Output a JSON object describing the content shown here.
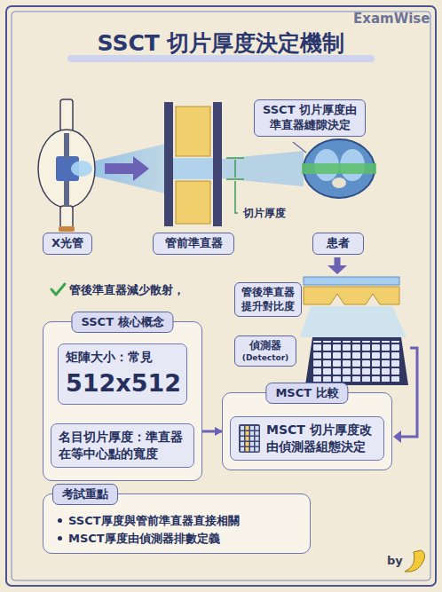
{
  "diagram": {
    "title": "SSCT 切片厚度決定機制",
    "nodes": [
      {
        "text": [
          "X光管"
        ]
      },
      {
        "text": [
          "管前準直器"
        ]
      },
      {
        "text": [
          "SSCT 切片厚度由 準直器縫隙決定"
        ]
      },
      {
        "text": [
          "患者"
        ]
      },
      {
        "text": [
          "管後準直器 提升對比度"
        ]
      },
      {
        "text": [
          "偵測器",
          "(Detector)"
        ]
      },
      {
        "text": [
          "SSCT 核心概念"
        ]
      },
      {
        "text": [
          "矩陣大小：常見",
          "512x512"
        ],
        "in": 6
      },
      {
        "text": [
          "名目切片厚度：準直器 在等中心點的寬度"
        ],
        "in": 6
      },
      {
        "text": [
          "MSCT 比較"
        ]
      },
      {
        "text": [
          "MSCT 切片厚度改 由偵測器組態決定"
        ],
        "in": 9
      },
      {
        "text": [
          "考試重點",
          "SSCT厚度與管前準直器直接相關",
          "MSCT厚度由偵測器排數定義"
        ]
      }
    ],
    "edges": [
      {
        "from": 7,
        "to": 8,
        "arrow": "to"
      },
      {
        "from": 6,
        "to": 9,
        "arrow": "to"
      }
    ],
    "labels": [
      "ExamWise",
      "切片厚度",
      "管後準直器減少散射，",
      "by"
    ]
  }
}
